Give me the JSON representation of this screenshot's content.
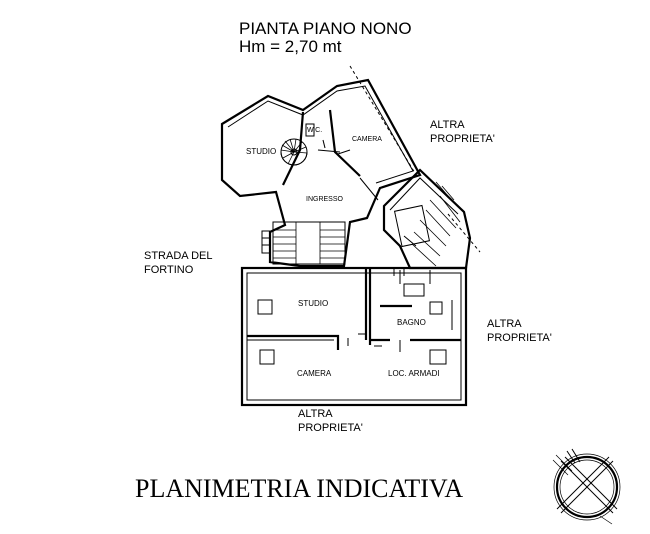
{
  "header": {
    "title": "PIANTA PIANO NONO",
    "height": "Hm = 2,70 mt"
  },
  "footer": {
    "caption": "PLANIMETRIA INDICATIVA"
  },
  "rooms": {
    "studio_top": "STUDIO",
    "wc": "W.C.",
    "camera_top": "CAMERA",
    "ingresso": "INGRESSO",
    "studio_bottom": "STUDIO",
    "bagno": "BAGNO",
    "camera_bottom": "CAMERA",
    "loc_armadi": "LOC. ARMADI"
  },
  "boundaries": {
    "altra_top_line1": "ALTRA",
    "altra_top_line2": "PROPRIETA'",
    "altra_right_line1": "ALTRA",
    "altra_right_line2": "PROPRIETA'",
    "altra_bottom_line1": "ALTRA",
    "altra_bottom_line2": "PROPRIETA'",
    "strada_line1": "STRADA DEL",
    "strada_line2": "FORTINO"
  },
  "icons": {
    "compass": "compass-rose-icon"
  }
}
